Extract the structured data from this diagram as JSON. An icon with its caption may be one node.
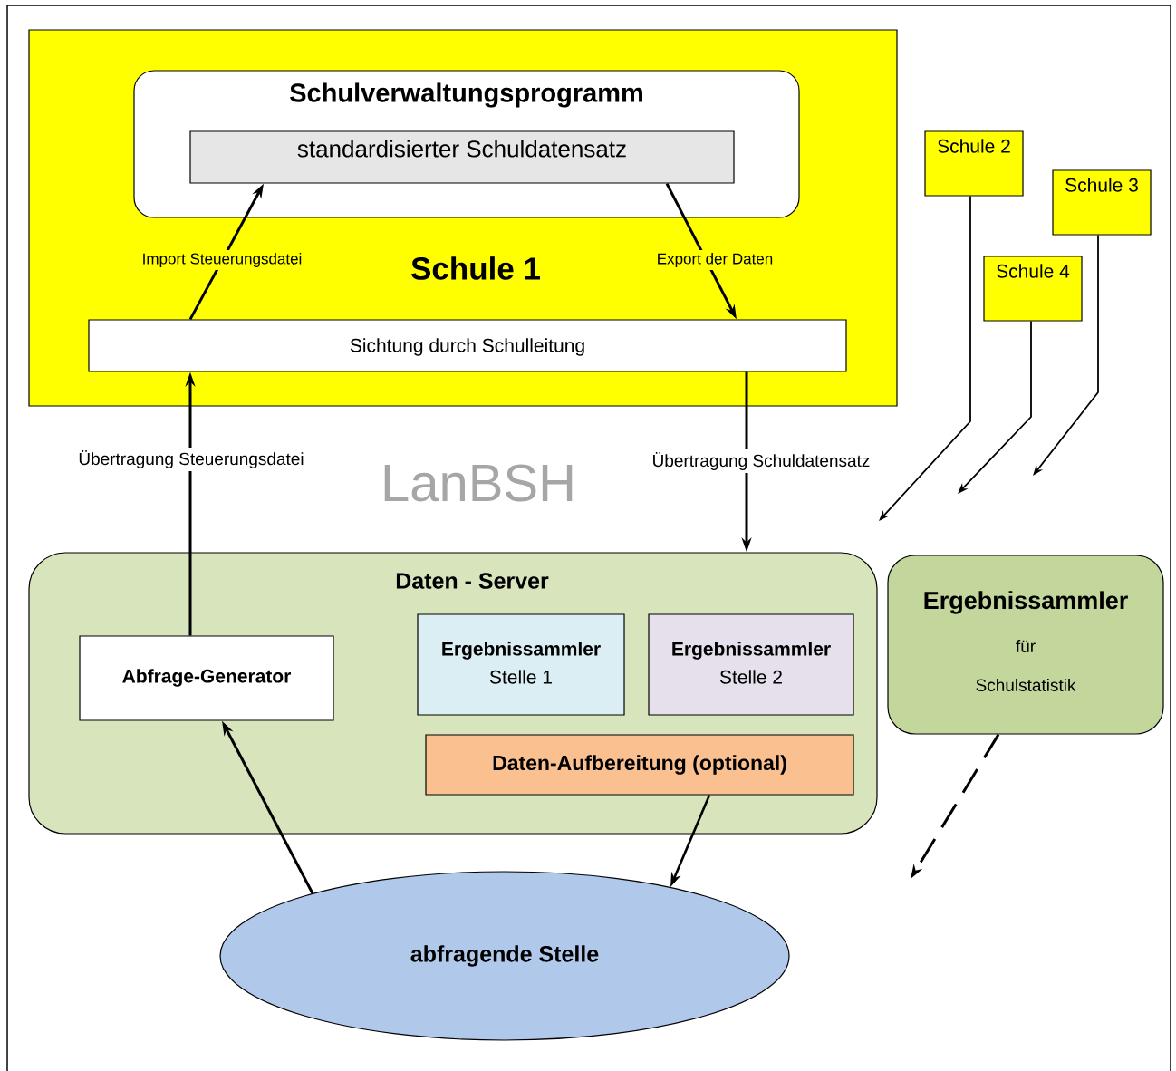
{
  "diagram": {
    "nodes": [
      {
        "text": [
          "Schule 1"
        ]
      },
      {
        "text": [
          "Schulverwaltungsprogramm"
        ],
        "in": 0
      },
      {
        "text": [
          "standardisierter Schuldatensatz"
        ],
        "in": 1
      },
      {
        "text": [
          "Sichtung durch Schulleitung"
        ],
        "in": 0
      },
      {
        "text": [
          "Schule 2"
        ]
      },
      {
        "text": [
          "Schule 3"
        ]
      },
      {
        "text": [
          "Schule 4"
        ]
      },
      {
        "text": [
          "Daten - Server"
        ]
      },
      {
        "text": [
          "Abfrage-Generator"
        ],
        "in": 7
      },
      {
        "text": [
          "Ergebnissammler",
          "Stelle 1"
        ],
        "in": 7
      },
      {
        "text": [
          "Ergebnissammler",
          "Stelle 2"
        ],
        "in": 7
      },
      {
        "text": [
          "Daten-Aufbereitung (optional)"
        ],
        "in": 7
      },
      {
        "text": [
          "Ergebnissammler",
          "für",
          "Schulstatistik"
        ]
      },
      {
        "text": [
          "abfragende Stelle"
        ]
      }
    ],
    "edges": [
      {
        "from": 3,
        "to": 2,
        "arrow": "to",
        "label": "Import Steuerungsdatei"
      },
      {
        "from": 2,
        "to": 3,
        "arrow": "to",
        "label": "Export der Daten"
      },
      {
        "from": 8,
        "to": 3,
        "arrow": "to",
        "label": "Übertragung Steuerungsdatei"
      },
      {
        "from": 3,
        "to": 7,
        "arrow": "to",
        "label": "Übertragung Schuldatensatz"
      },
      {
        "from": 4,
        "to": null,
        "arrow": "to"
      },
      {
        "from": 6,
        "to": null,
        "arrow": "to"
      },
      {
        "from": 5,
        "to": null,
        "arrow": "to"
      },
      {
        "from": 13,
        "to": 8,
        "arrow": "to"
      },
      {
        "from": 11,
        "to": 13,
        "arrow": "to"
      },
      {
        "from": 12,
        "to": null,
        "arrow": "to",
        "style": "dashed"
      }
    ],
    "labels": [
      "LanBSH"
    ]
  }
}
